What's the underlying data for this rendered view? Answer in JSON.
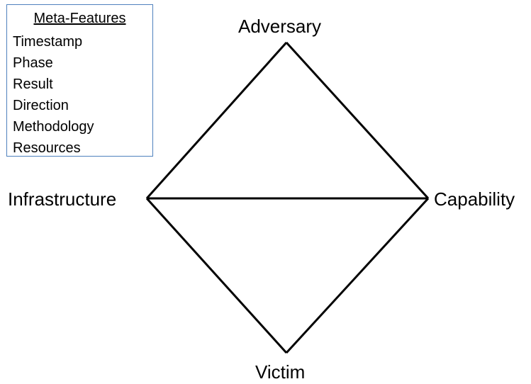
{
  "meta_features": {
    "title": "Meta-Features",
    "items": [
      "Timestamp",
      "Phase",
      "Result",
      "Direction",
      "Methodology",
      "Resources"
    ]
  },
  "vertices": {
    "adversary": "Adversary",
    "infrastructure": "Infrastructure",
    "capability": "Capability",
    "victim": "Victim"
  },
  "colors": {
    "box_border": "#4f81bd",
    "lines": "#000000",
    "text": "#000000"
  }
}
